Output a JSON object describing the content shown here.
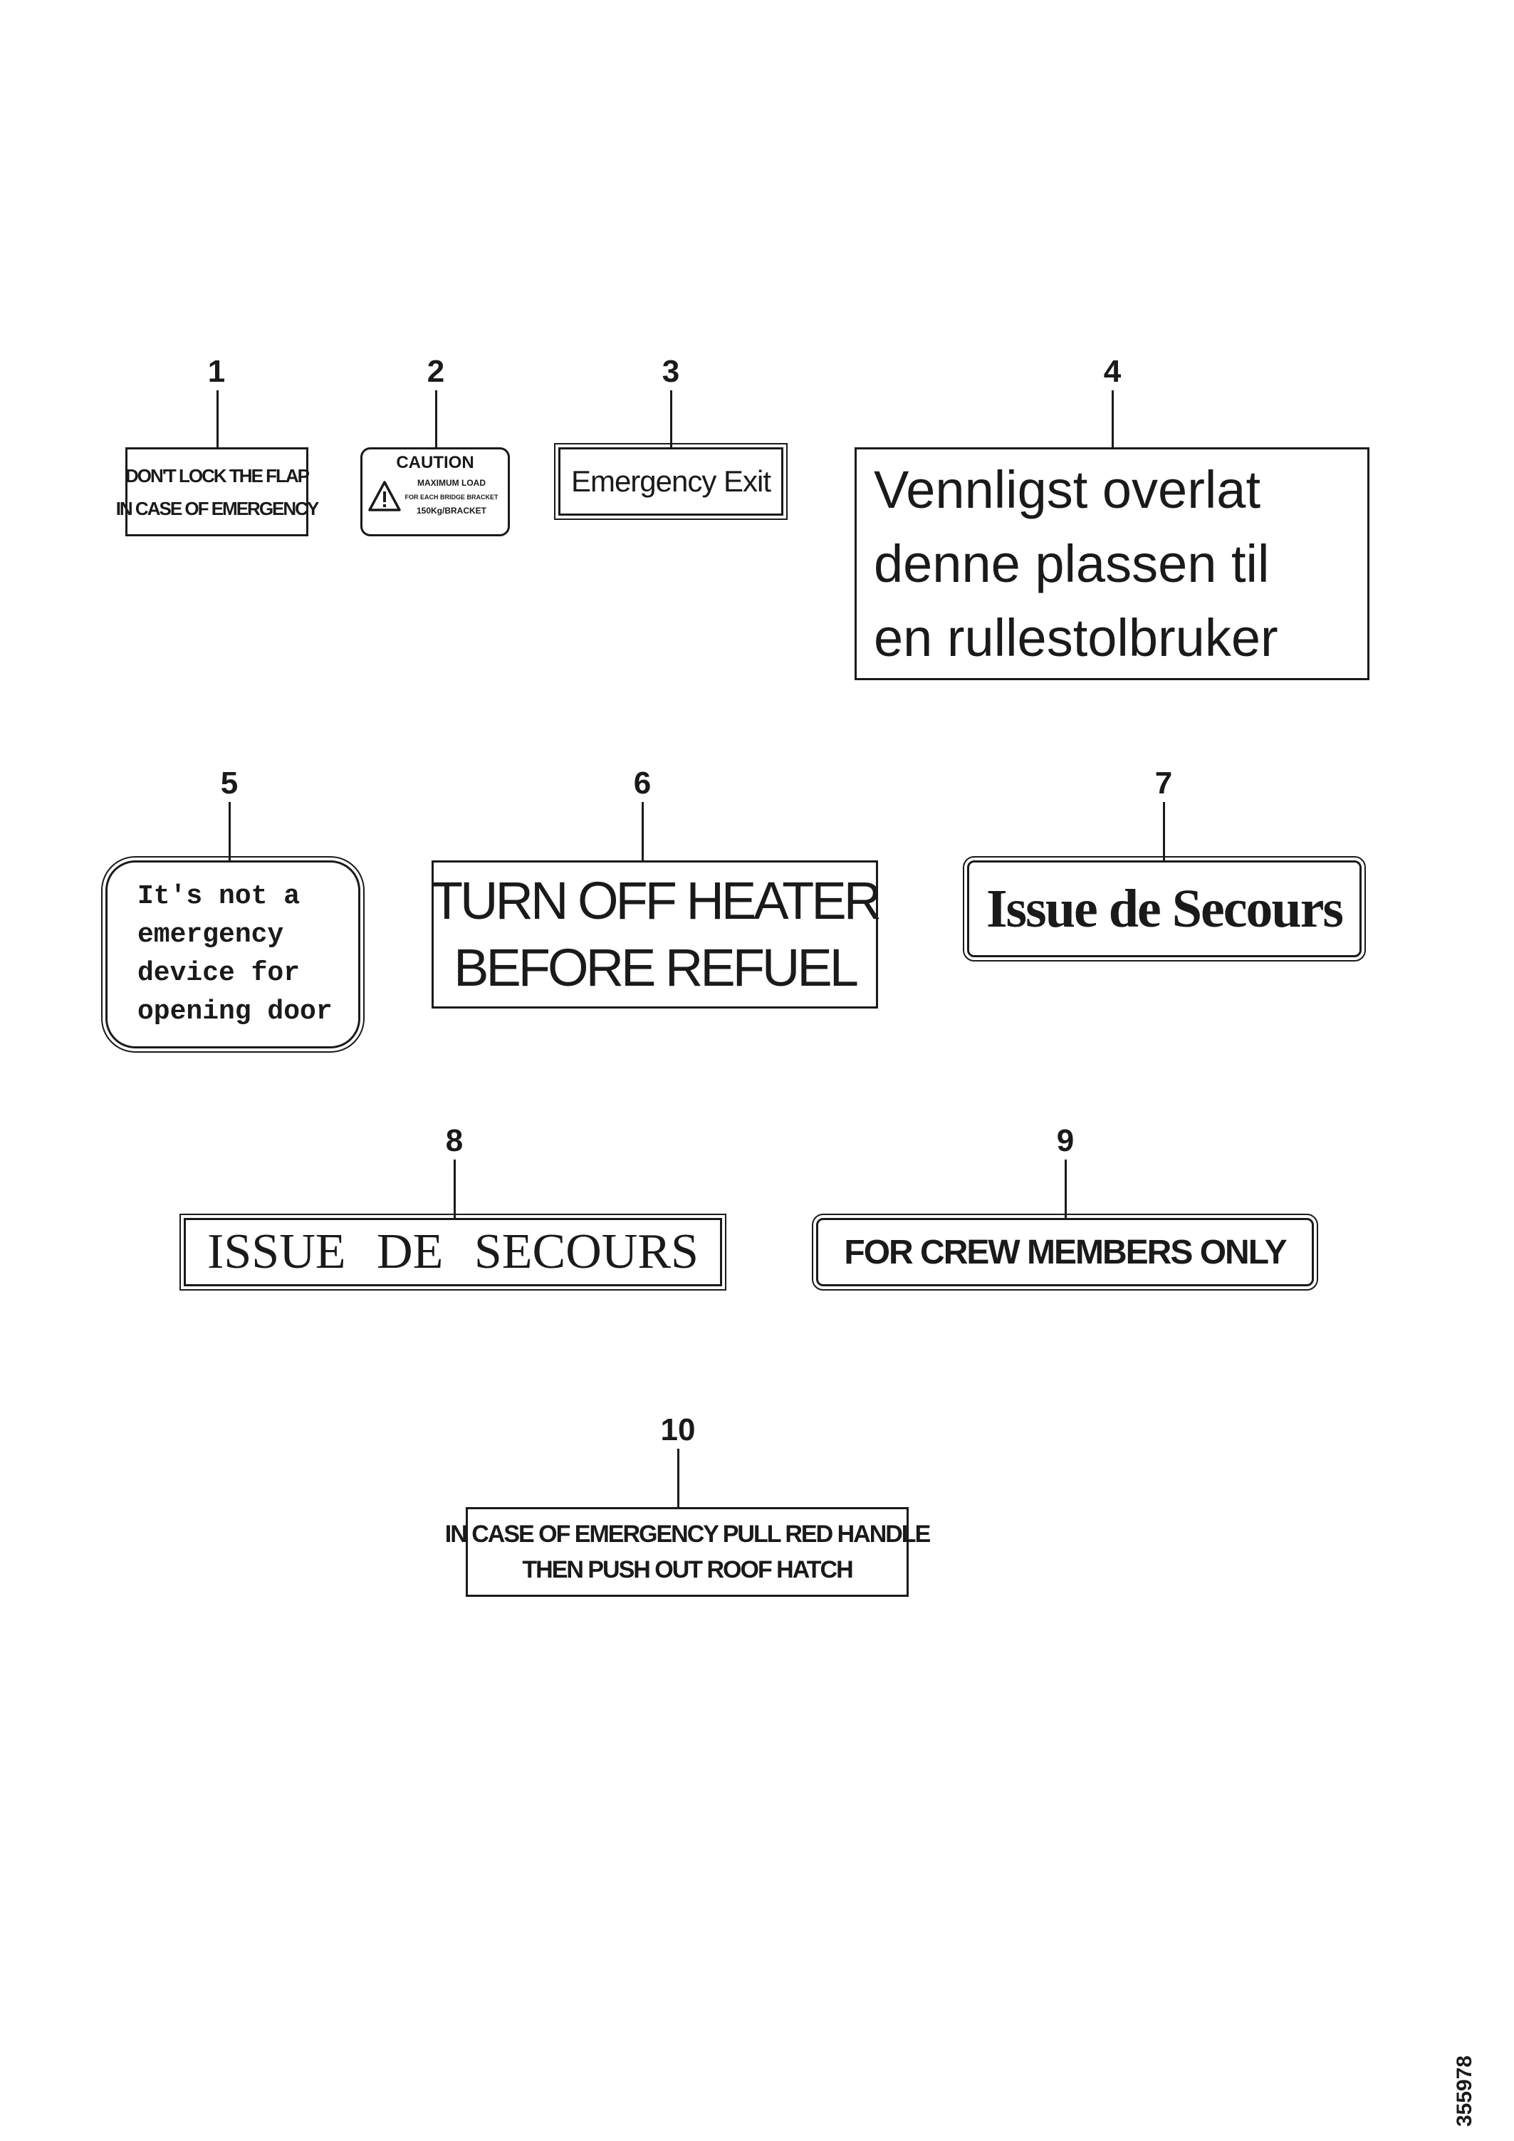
{
  "callouts": [
    {
      "number": "1",
      "lines": [
        "DON'T LOCK THE FLAP",
        "IN CASE OF EMERGENCY"
      ]
    },
    {
      "number": "2",
      "caution": "CAUTION",
      "small_lines": [
        "MAXIMUM LOAD",
        "FOR EACH BRIDGE BRACKET",
        "150Kg/BRACKET"
      ],
      "icon": "warning-triangle-icon"
    },
    {
      "number": "3",
      "lines": [
        "Emergency Exit"
      ]
    },
    {
      "number": "4",
      "lines": [
        "Vennligst overlat",
        "denne plassen til",
        "en rullestolbruker"
      ]
    },
    {
      "number": "5",
      "lines": [
        "It's not a",
        "emergency",
        "device for",
        "opening door"
      ]
    },
    {
      "number": "6",
      "lines": [
        "TURN OFF HEATER",
        "BEFORE REFUEL"
      ]
    },
    {
      "number": "7",
      "lines": [
        "Issue de Secours"
      ]
    },
    {
      "number": "8",
      "lines": [
        "ISSUE DE SECOURS"
      ]
    },
    {
      "number": "9",
      "lines": [
        "FOR CREW MEMBERS ONLY"
      ]
    },
    {
      "number": "10",
      "lines": [
        "IN CASE OF EMERGENCY PULL RED HANDLE",
        "THEN PUSH OUT ROOF HATCH"
      ]
    }
  ],
  "drawing_id": "355978"
}
